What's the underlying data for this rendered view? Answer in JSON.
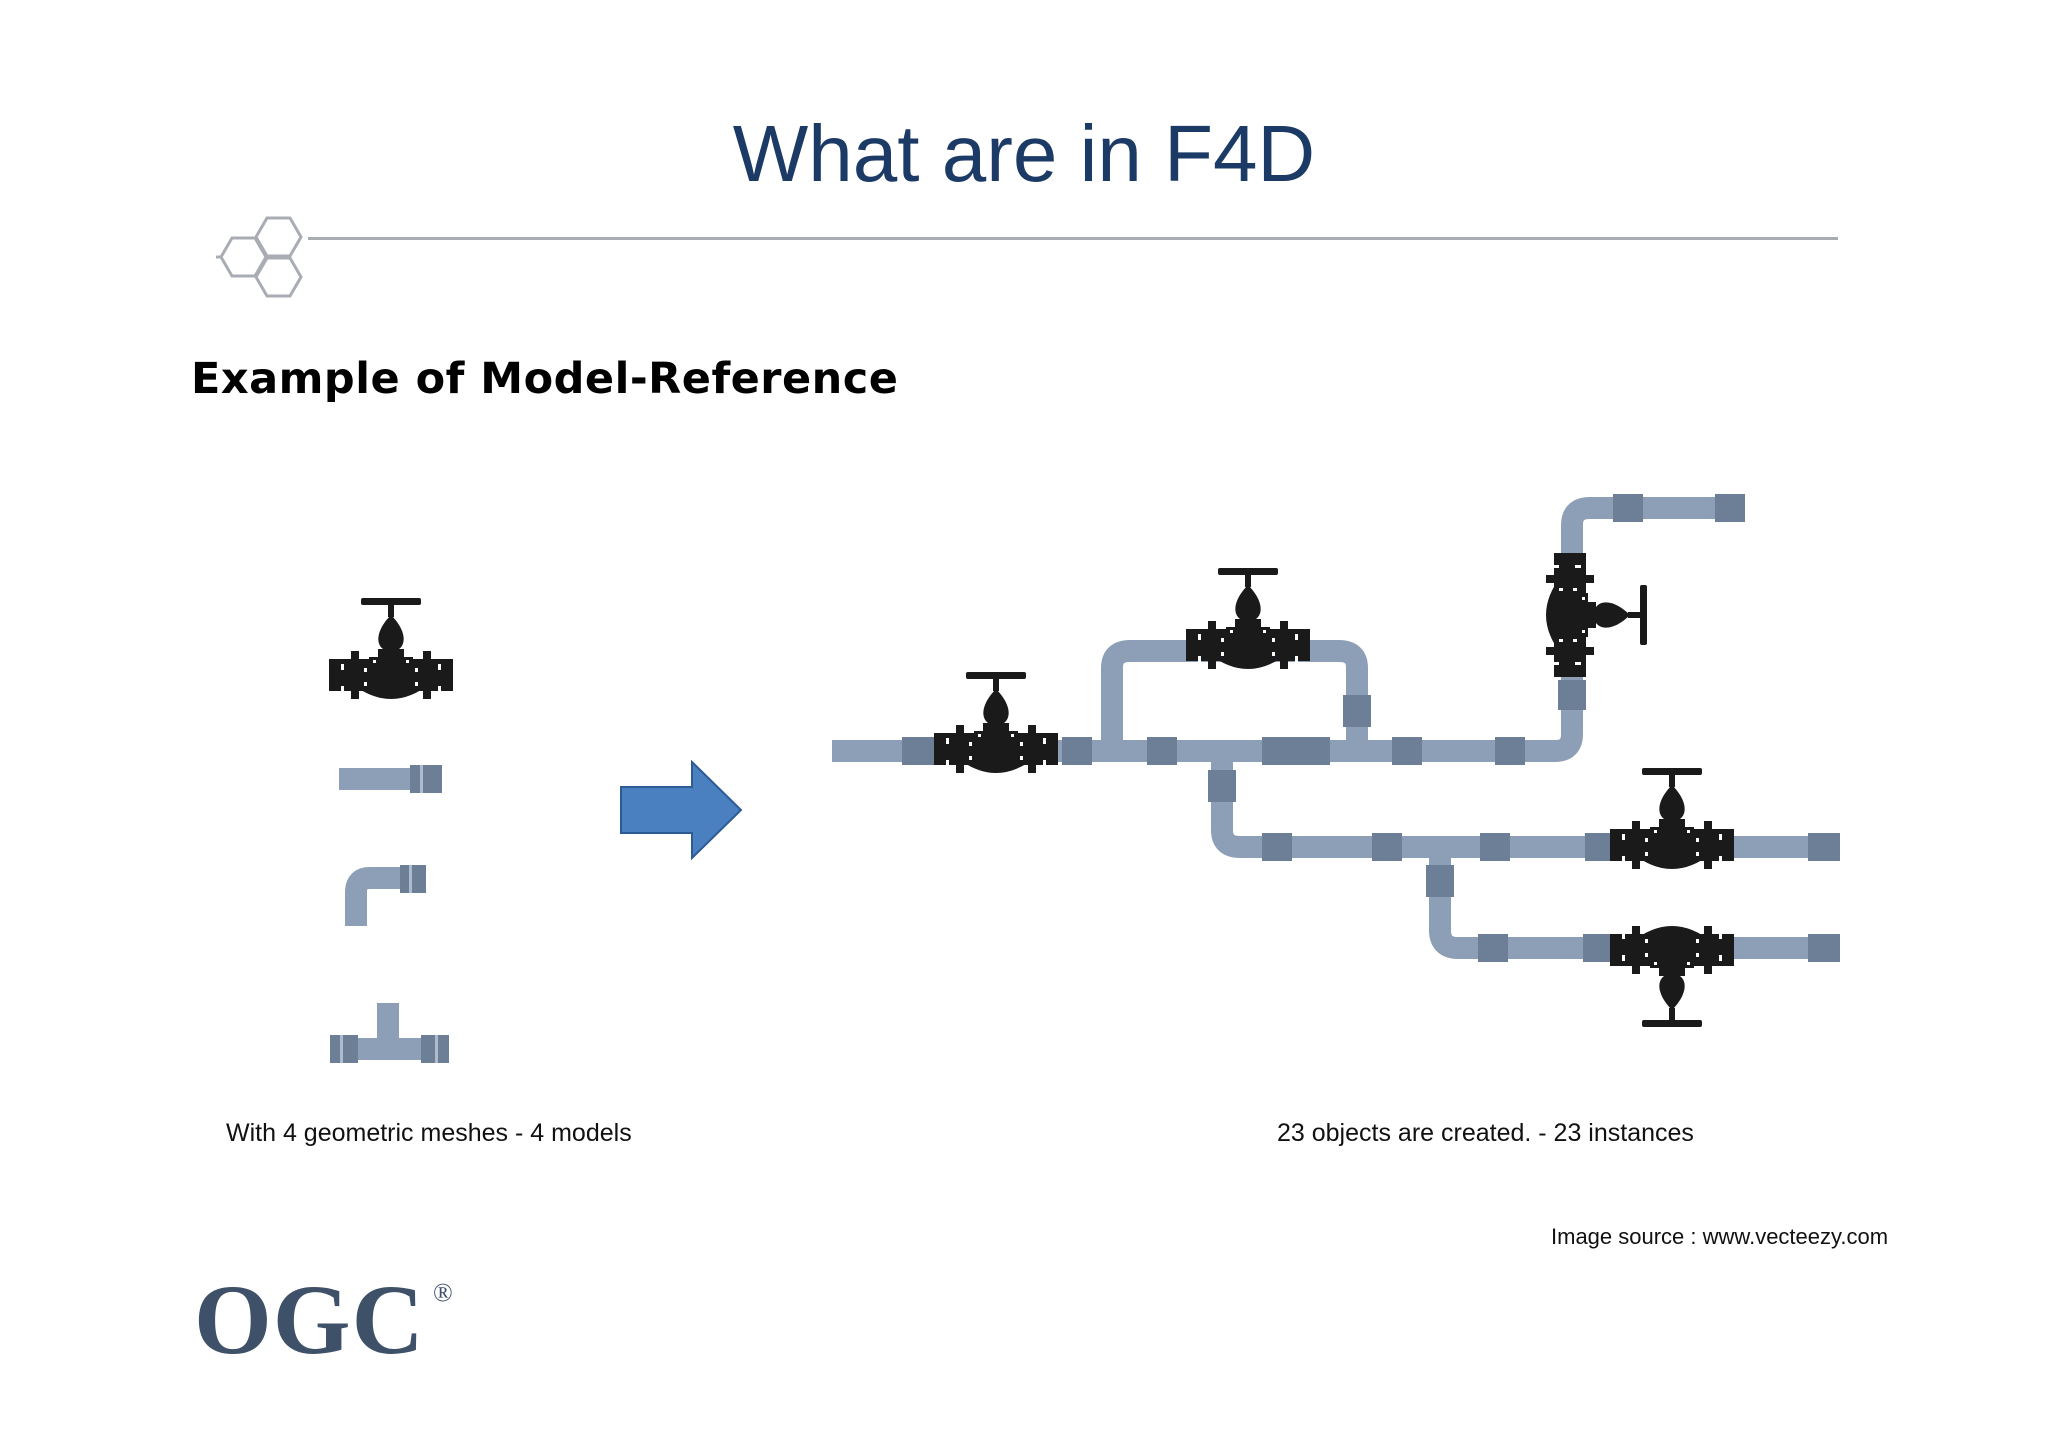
{
  "slide": {
    "title": "What are in F4D",
    "section_heading": "Example of Model-Reference",
    "left_caption": "With 4 geometric meshes - 4 models",
    "right_caption": "23 objects are created. - 23 instances",
    "image_source": "Image source : www.vecteezy.com",
    "logo_text": "OGC",
    "logo_mark": "®"
  },
  "models": [
    {
      "name": "valve-model-icon"
    },
    {
      "name": "straight-pipe-model-icon"
    },
    {
      "name": "elbow-pipe-model-icon"
    },
    {
      "name": "tee-pipe-model-icon"
    }
  ],
  "colors": {
    "title": "#1c3a66",
    "pipe": "#8d9fb6",
    "pipe_joint": "#6d7f97",
    "valve": "#1a1a1a",
    "arrow_fill": "#4a7fc0",
    "arrow_stroke": "#2d5c95",
    "rule": "#a9adb3",
    "ogc_logo": "#3f5169"
  }
}
